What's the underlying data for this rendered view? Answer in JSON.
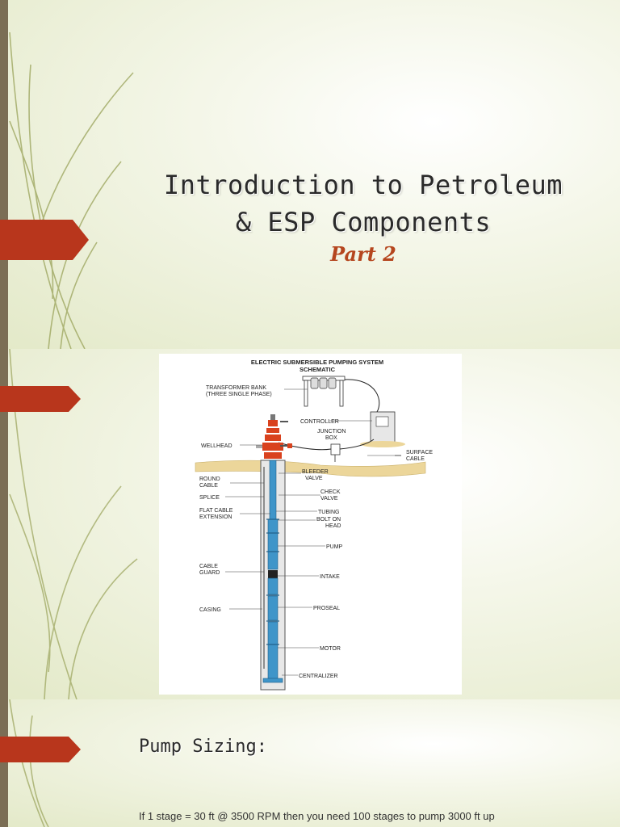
{
  "slide1": {
    "title_line1": "Introduction to Petroleum",
    "title_line2": "& ESP Components",
    "subtitle": "Part 2"
  },
  "diagram": {
    "title_line1": "ELECTRIC SUBMERSIBLE PUMPING SYSTEM",
    "title_line2": "SCHEMATIC",
    "labels": {
      "transformer_1": "TRANSFORMER BANK",
      "transformer_2": "(THREE SINGLE PHASE)",
      "controller": "CONTROLLER",
      "junction_1": "JUNCTION",
      "junction_2": "BOX",
      "wellhead": "WELLHEAD",
      "surface_1": "SURFACE",
      "surface_2": "CABLE",
      "bleeder_1": "BLEEDER",
      "bleeder_2": "VALVE",
      "round_1": "ROUND",
      "round_2": "CABLE",
      "splice": "SPLICE",
      "check_1": "CHECK",
      "check_2": "VALVE",
      "flat_1": "FLAT CABLE",
      "flat_2": "EXTENSION",
      "tubing": "TUBING",
      "bolt_1": "BOLT ON",
      "bolt_2": "HEAD",
      "pump": "PUMP",
      "guard_1": "CABLE",
      "guard_2": "GUARD",
      "intake": "INTAKE",
      "casing": "CASING",
      "proseal": "PROSEAL",
      "motor": "MOTOR",
      "centralizer": "CENTRALIZER"
    }
  },
  "slide3": {
    "heading": "Pump Sizing:",
    "text": "If 1 stage = 30 ft @ 3500 RPM then you need 100 stages to pump 3000 ft up"
  },
  "colors": {
    "accent_wedge": "#b8361c",
    "subtitle": "#b5461e",
    "band": "#7b6e55",
    "pipe_blue": "#3f95c9",
    "wellhead_red": "#d9421e"
  }
}
